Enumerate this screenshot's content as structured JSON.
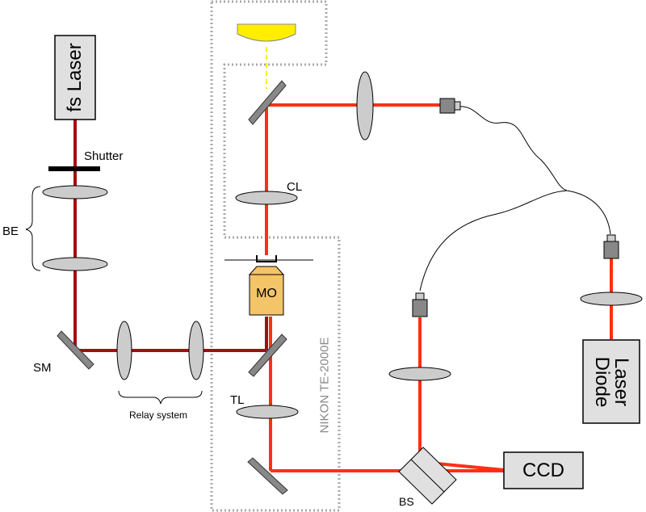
{
  "labels": {
    "fs_laser": "fs Laser",
    "shutter": "Shutter",
    "be": "BE",
    "sm": "SM",
    "relay_system": "Relay system",
    "cl": "CL",
    "mo": "MO",
    "tl": "TL",
    "microscope": "NIKON TE-2000E",
    "bs": "BS",
    "ccd": "CCD",
    "laser_diode_line1": "Laser",
    "laser_diode_line2": "Diode"
  },
  "colors": {
    "fs_beam": "#a01010",
    "diode_beam": "#ff3010",
    "sample": "#ffee00",
    "objective": "#f4c468",
    "lens": "#cccccc",
    "component": "#e0e0e0",
    "dotted_frame": "#a8a8a8"
  }
}
